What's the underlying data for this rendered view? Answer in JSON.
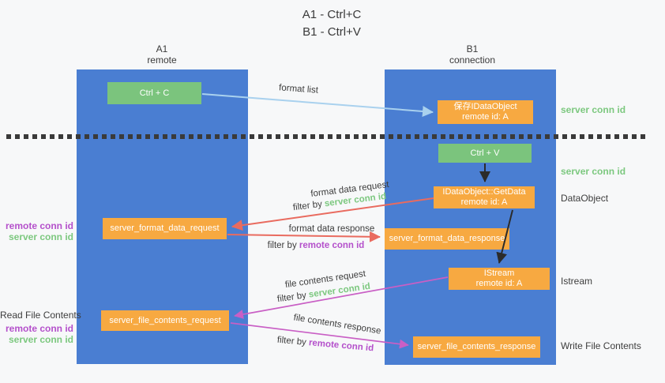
{
  "title": {
    "line1": "A1 - Ctrl+C",
    "line2": "B1 - Ctrl+V"
  },
  "columns": {
    "left": {
      "name": "A1",
      "role": "remote"
    },
    "right": {
      "name": "B1",
      "role": "connection"
    }
  },
  "boxes": {
    "ctrl_c": "Ctrl + C",
    "ctrl_v": "Ctrl + V",
    "save_dataobject": {
      "line1": "保存IDataObject",
      "line2": "remote id: A"
    },
    "getdata": {
      "line1": "IDataObject::GetData",
      "line2": "remote id: A"
    },
    "istream": {
      "line1": "IStream",
      "line2": "remote id: A"
    },
    "server_format_data_request": "server_format_data_request",
    "server_format_data_response": "server_format_data_response",
    "server_file_contents_request": "server_file_contents_request",
    "server_file_contents_response": "server_file_contents_response"
  },
  "flow_labels": {
    "format_list": "format list",
    "format_data_request": "format data request",
    "format_data_response": "format data response",
    "file_contents_request": "file contents request",
    "file_contents_response": "file contents response",
    "filter_by": "filter by ",
    "server_conn_id": "server conn id",
    "remote_conn_id": "remote conn id"
  },
  "side_labels": {
    "right_server_conn_id_1": "server conn id",
    "right_server_conn_id_2": "server conn id",
    "right_dataobject": "DataObject",
    "right_istream": "Istream",
    "right_write_file_contents": "Write File Contents",
    "left_remote_conn_id_1": "remote conn id",
    "left_server_conn_id_1": "server conn id",
    "left_read_file_contents": "Read File Contents",
    "left_remote_conn_id_2": "remote conn id",
    "left_server_conn_id_2": "server conn id"
  },
  "colors": {
    "column_blue": "#4a7ed2",
    "box_green": "#7bc47d",
    "box_orange": "#f7a941",
    "text_dark": "#3d3d3d",
    "text_green": "#7cc87f",
    "text_purple": "#b450cb",
    "arrow_red": "#e96b5f",
    "arrow_magenta": "#c95fc5",
    "arrow_lightblue": "#a9d1ee",
    "arrow_black": "#2b2b2b",
    "background": "#f7f8f9"
  }
}
